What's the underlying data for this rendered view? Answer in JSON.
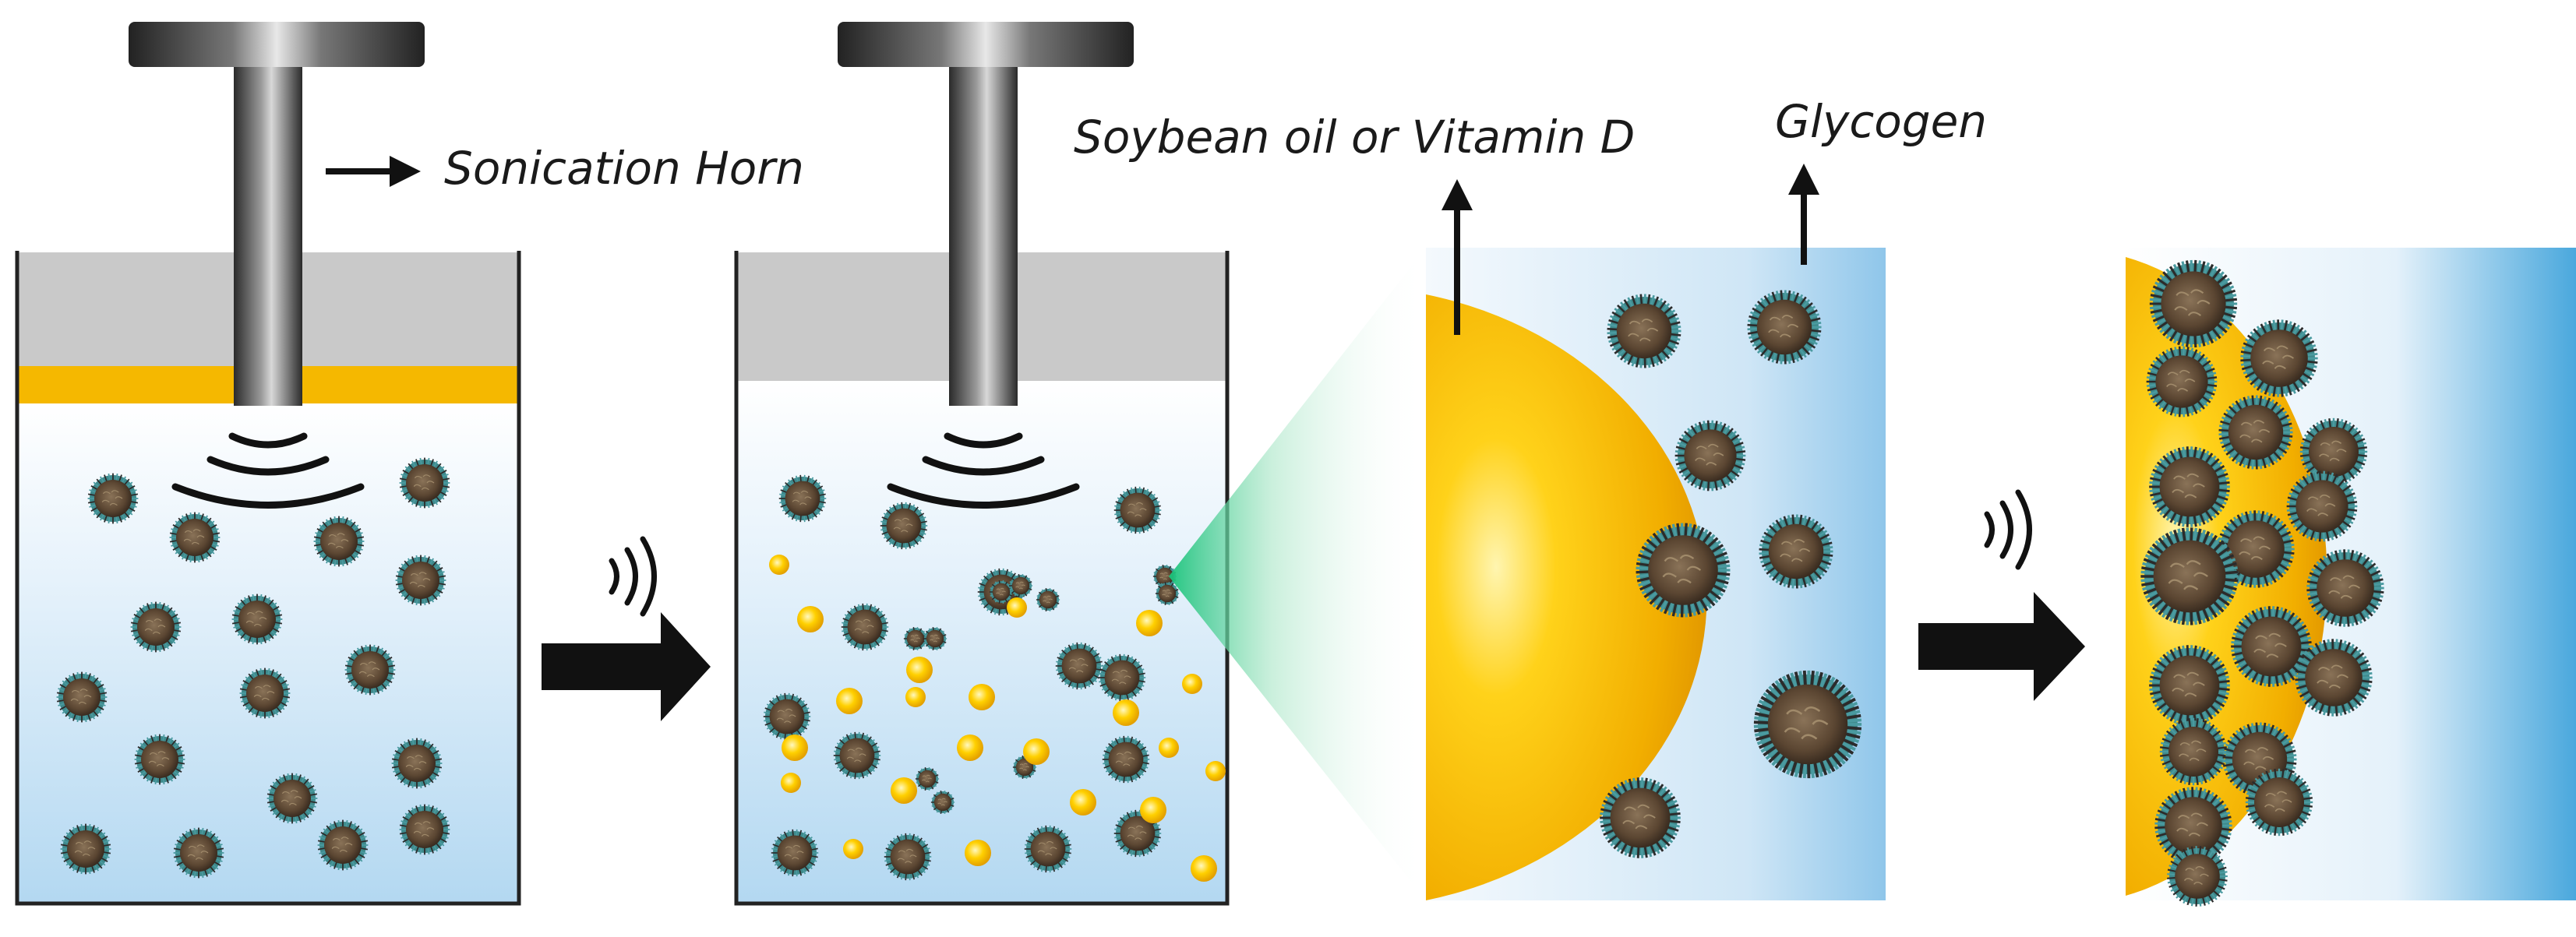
{
  "labels": {
    "horn": "Sonication Horn",
    "oil": "Soybean oil or Vitamin D",
    "glycogen": "Glycogen"
  },
  "colors": {
    "oil": "#f5b800",
    "oil_dark": "#e09a00",
    "water_light": "#f4f9fd",
    "water_blue": "#9fcdec",
    "glycogen_core": "#5e4a36",
    "glycogen_fringe": "#3f8a8c",
    "arrow": "#111111",
    "headspace": "#c9c9c9",
    "zoom": "#2ecf8a"
  },
  "icons": {
    "sound_waves": "sound-waves-icon",
    "process_arrow": "right-arrow-icon"
  }
}
